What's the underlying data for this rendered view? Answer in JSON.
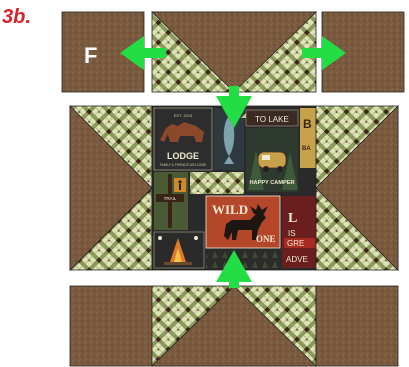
{
  "step_label": "3b.",
  "patch_letter": "F",
  "center_panel": {
    "lodge_title": "LODGE",
    "lodge_sub": "FAMILY & FRIENDS WELCOME",
    "lodge_est": "EST. 2015",
    "to_lake": "TO LAKE",
    "happy_camper": "HAPPY CAMPER",
    "wild": "WILD",
    "one": "ONE",
    "trail": "TRAIL",
    "lake_letter": "L",
    "lake_is": "IS",
    "lake_gre": "GRE",
    "lake_adv": "ADVE",
    "b_letter": "B",
    "ba_letters": "BA"
  },
  "colors": {
    "brown_fabric": "#7a5a3e",
    "plaid_light": "#cfd6a4",
    "plaid_dark": "#4a2a1c",
    "plaid_green": "#6c7d3a",
    "arrow_green": "#22dd44",
    "label_red": "#d8232a",
    "seam_line": "#222222"
  }
}
